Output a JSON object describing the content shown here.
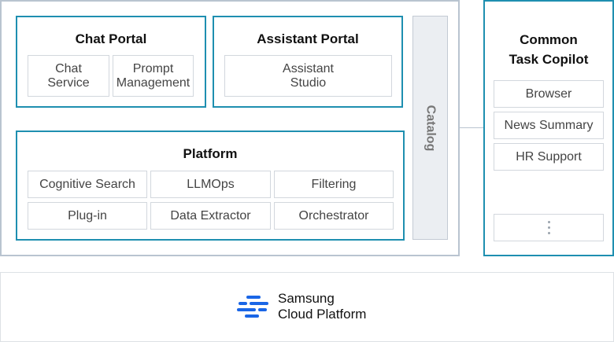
{
  "chat_portal": {
    "title": "Chat Portal",
    "items": [
      "Chat\nService",
      "Prompt\nManagement"
    ]
  },
  "assistant_portal": {
    "title": "Assistant Portal",
    "items": [
      "Assistant\nStudio"
    ]
  },
  "platform": {
    "title": "Platform",
    "items": [
      "Cognitive Search",
      "LLMOps",
      "Filtering",
      "Plug-in",
      "Data Extractor",
      "Orchestrator"
    ]
  },
  "catalog": {
    "label": "Catalog"
  },
  "copilot": {
    "title": "Common\nTask Copilot",
    "items": [
      "Browser",
      "News Summary",
      "HR Support"
    ],
    "more_icon": "vertical-ellipsis"
  },
  "footer": {
    "brand_line1": "Samsung",
    "brand_line2": "Cloud Platform",
    "logo_icon": "samsung-cloud-logo"
  },
  "colors": {
    "accent_border": "#1e8fb0",
    "logo_blue": "#1a66e6",
    "frame": "#b9c4d0",
    "catalog_bg": "#ebeef2"
  }
}
